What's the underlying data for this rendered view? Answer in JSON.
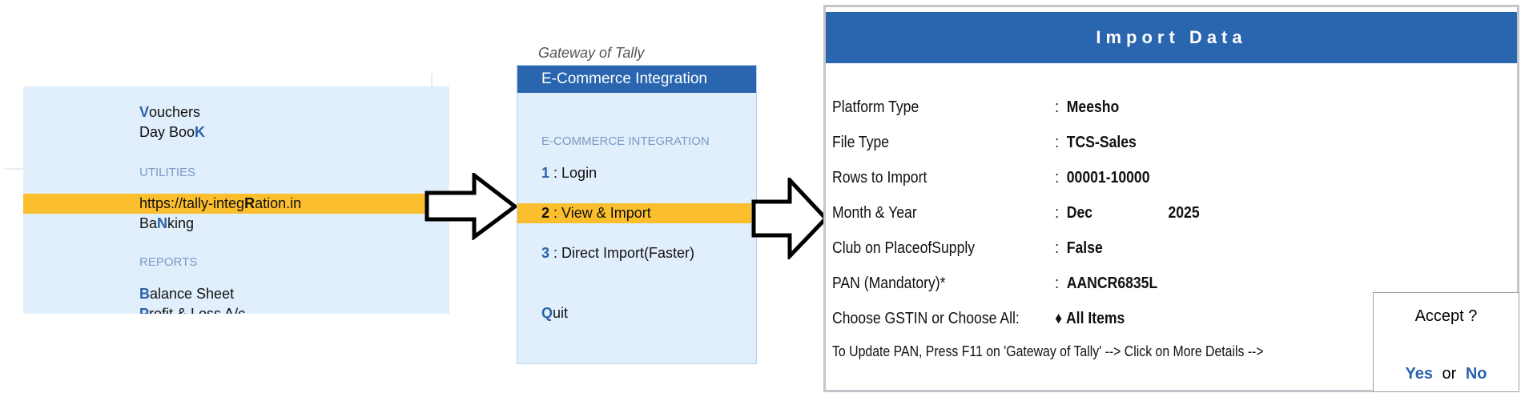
{
  "gateway_menu": {
    "items": [
      {
        "hotkey": "V",
        "label_rest": "ouchers"
      },
      {
        "label_pre": "Day Boo",
        "hotkey": "K"
      },
      {
        "section": "UTILITIES"
      },
      {
        "label_pre": "https://tally-integ",
        "hotkey": "R",
        "label_rest": "ation.in",
        "selected": true
      },
      {
        "label_pre": "Ba",
        "hotkey": "N",
        "label_rest": "king"
      },
      {
        "section": "REPORTS"
      },
      {
        "hotkey": "B",
        "label_rest": "alance Sheet"
      },
      {
        "hotkey": "P",
        "label_rest": "rofit & Loss A/c"
      }
    ]
  },
  "ecommerce_menu": {
    "caption": "Gateway of Tally",
    "title": "E-Commerce Integration",
    "section": "E-COMMERCE INTEGRATION",
    "items": [
      {
        "key": "1",
        "label": ": Login"
      },
      {
        "key": "2",
        "label": ": View & Import",
        "selected": true
      },
      {
        "key": "3",
        "label": ": Direct Import(Faster)"
      },
      {
        "key": "Q",
        "label": "uit"
      }
    ]
  },
  "import_dialog": {
    "title": "Import Data",
    "fields": [
      {
        "label": "Platform Type",
        "sep": ":",
        "value": "Meesho"
      },
      {
        "label": "File Type",
        "sep": ":",
        "value": "TCS-Sales"
      },
      {
        "label": "Rows to Import",
        "sep": ":",
        "value": "00001-10000"
      },
      {
        "label": "Month & Year",
        "sep": ":",
        "value": "Dec",
        "value2": "2025"
      },
      {
        "label": "Club on PlaceofSupply",
        "sep": ":",
        "value": "False"
      },
      {
        "label": "PAN (Mandatory)*",
        "sep": ":",
        "value": "AANCR6835L"
      },
      {
        "label": "Choose GSTIN or Choose All:",
        "sep": "♦",
        "value": "All Items"
      }
    ],
    "note": "To Update PAN, Press F11 on 'Gateway of Tally' --> Click on More Details -->",
    "accept": {
      "question": "Accept ?",
      "yes": "Yes",
      "or": "or",
      "no": "No"
    }
  },
  "colors": {
    "header_blue": "#2a65b0",
    "highlight": "#fbbf2e",
    "panel_bg": "#e1eefb",
    "hotkey": "#2a62ab"
  }
}
